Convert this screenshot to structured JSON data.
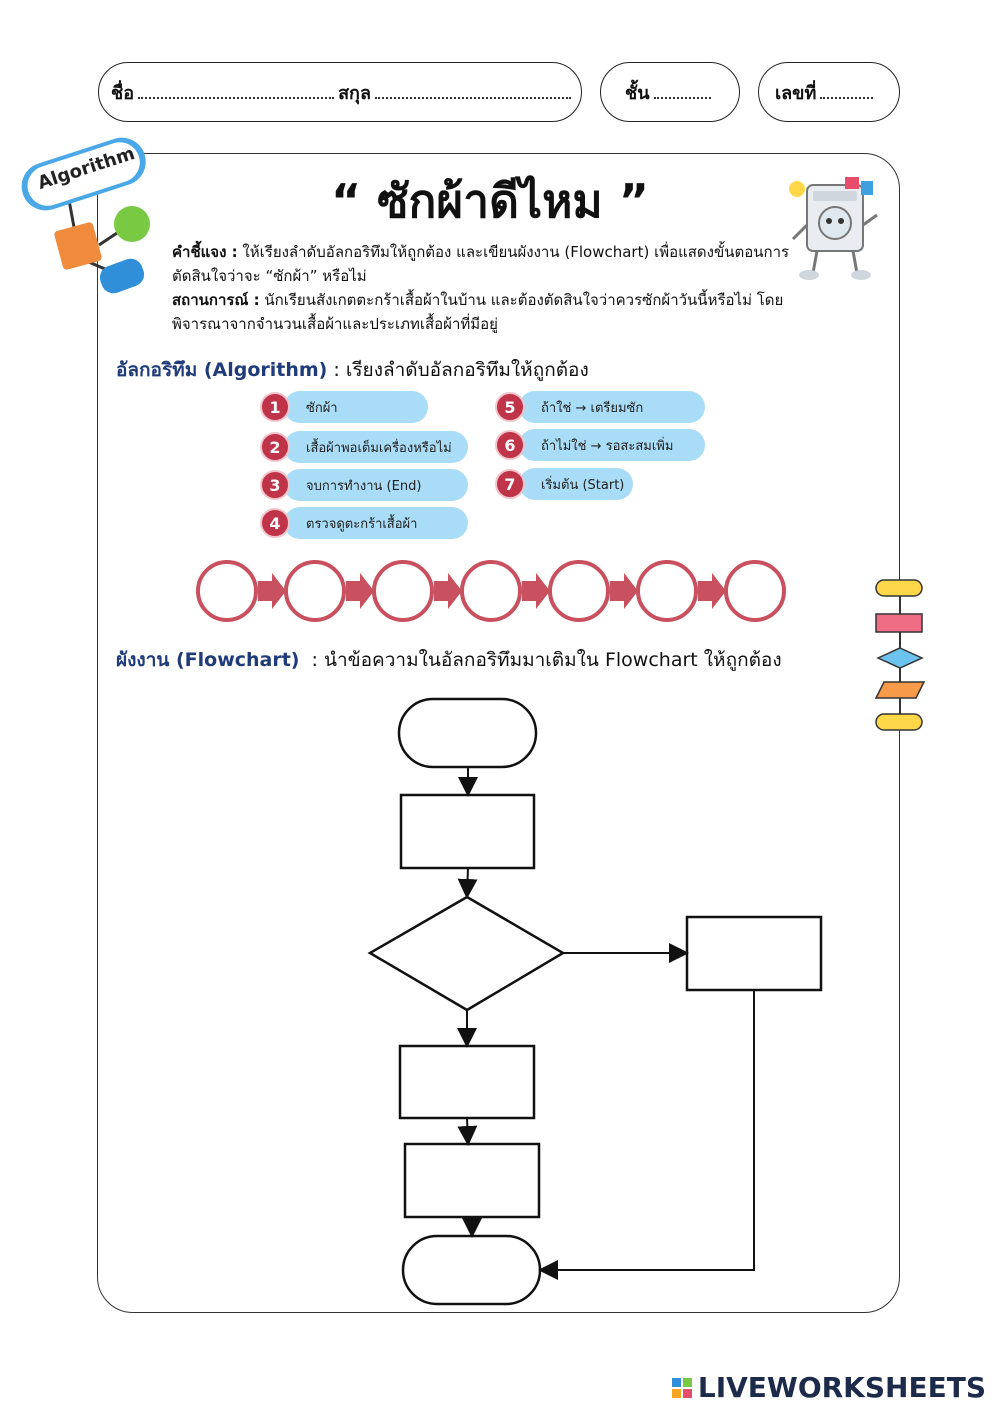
{
  "header": {
    "name_label": "ชื่อ",
    "surname_label": "สกุล",
    "class_label": "ชั้น",
    "number_label": "เลขที่"
  },
  "badge": {
    "label": "Algorithm"
  },
  "title": "“ ซักผ้าดีไหม ”",
  "instructions": {
    "label": "คำชี้แจง :",
    "text": "ให้เรียงลำดับอัลกอริทึมให้ถูกต้อง และเขียนผังงาน (Flowchart) เพื่อแสดงขั้นตอนการตัดสินใจว่าจะ “ซักผ้า” หรือไม่"
  },
  "situation": {
    "label": "สถานการณ์ :",
    "text": "นักเรียนสังเกตตะกร้าเสื้อผ้าในบ้าน และต้องตัดสินใจว่าควรซักผ้าวันนี้หรือไม่ โดยพิจารณาจากจำนวนเสื้อผ้าและประเภทเสื้อผ้าที่มีอยู่"
  },
  "algorithm_section": {
    "label": "อัลกอริทึม (Algorithm)",
    "text": ": เรียงลำดับอัลกอริทึมให้ถูกต้อง"
  },
  "steps": [
    {
      "num": "1",
      "text": "ซักผ้า"
    },
    {
      "num": "2",
      "text": "เสื้อผ้าพอเต็มเครื่องหรือไม่"
    },
    {
      "num": "3",
      "text": "จบการทำงาน (End)"
    },
    {
      "num": "4",
      "text": "ตรวจดูตะกร้าเสื้อผ้า"
    },
    {
      "num": "5",
      "text": "ถ้าใช่ → เตรียมซัก"
    },
    {
      "num": "6",
      "text": "ถ้าไม่ใช่ → รอสะสมเพิ่ม"
    },
    {
      "num": "7",
      "text": "เริ่มต้น (Start)"
    }
  ],
  "flowchart_section": {
    "label": "ผังงาน (Flowchart)",
    "text": ": นำข้อความในอัลกอริทึมมาเติมใน Flowchart ให้ถูกต้อง"
  },
  "footer": {
    "brand": "LIVEWORKSHEETS"
  },
  "colors": {
    "step_number": "#c0344a",
    "step_pill": "#a9dcf7",
    "sequence_circle": "#c9505e",
    "section_label": "#1f3b7a"
  }
}
